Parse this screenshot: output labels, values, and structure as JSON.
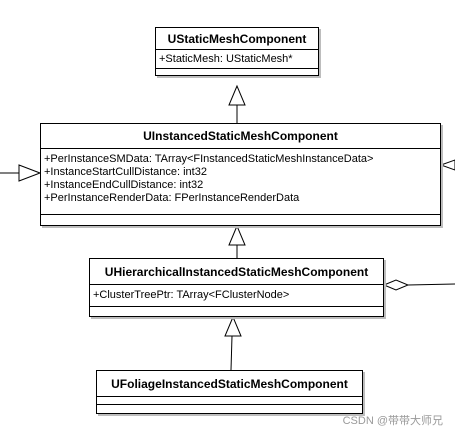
{
  "classes": {
    "static_mesh": {
      "name": "UStaticMeshComponent",
      "attributes": [
        "+StaticMesh: UStaticMesh*"
      ]
    },
    "instanced": {
      "name": "UInstancedStaticMeshComponent",
      "attributes": [
        "+PerInstanceSMData: TArray<FInstancedStaticMeshInstanceData>",
        "+InstanceStartCullDistance: int32",
        "+InstanceEndCullDistance: int32",
        "+PerInstanceRenderData: FPerInstanceRenderData"
      ]
    },
    "hierarchical": {
      "name": "UHierarchicalInstancedStaticMeshComponent",
      "attributes": [
        "+ClusterTreePtr: TArray<FClusterNode>"
      ]
    },
    "foliage": {
      "name": "UFoliageInstancedStaticMeshComponent",
      "attributes": []
    }
  },
  "watermark": "CSDN @带带大师兄"
}
